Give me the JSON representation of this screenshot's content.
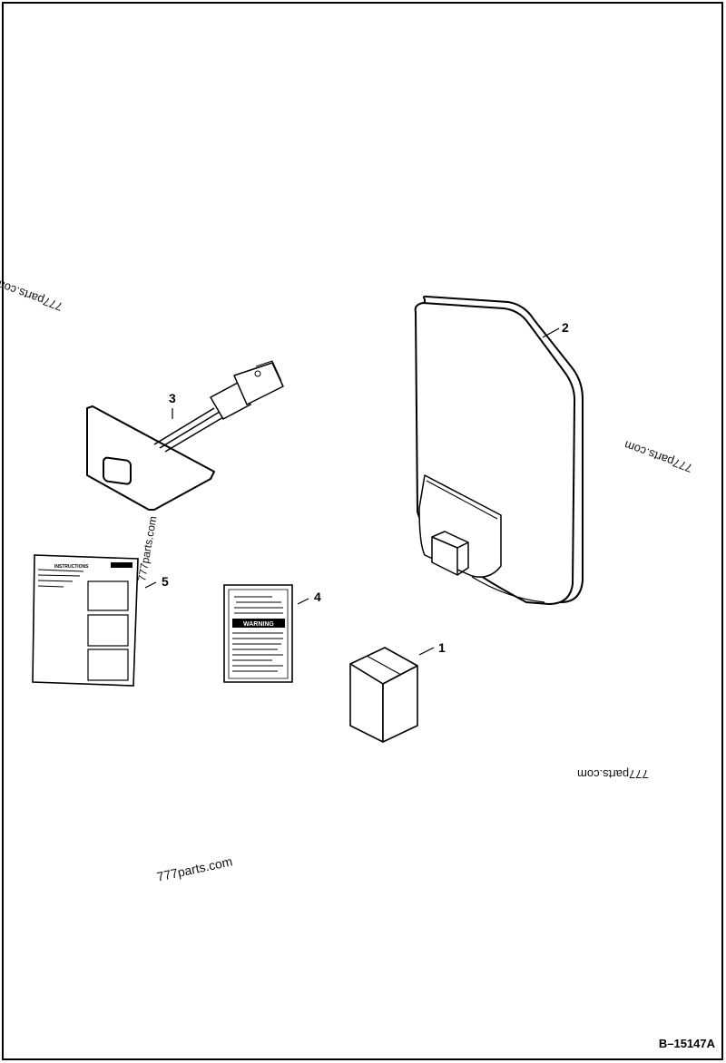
{
  "callouts": {
    "part1": "1",
    "part2": "2",
    "part3": "3",
    "part4": "4",
    "part5": "5"
  },
  "watermarks": {
    "w1": "777parts.com",
    "w2": "777parts.com",
    "w3": "777parts.com",
    "w4": "777parts.com",
    "w5": "777parts.com"
  },
  "figure_ref": "B–15147A",
  "label_art": {
    "instructions_heading": "INSTRUCTIONS",
    "warning_heading": "WARNING"
  },
  "colors": {
    "ink": "#000000",
    "paper": "#ffffff"
  }
}
